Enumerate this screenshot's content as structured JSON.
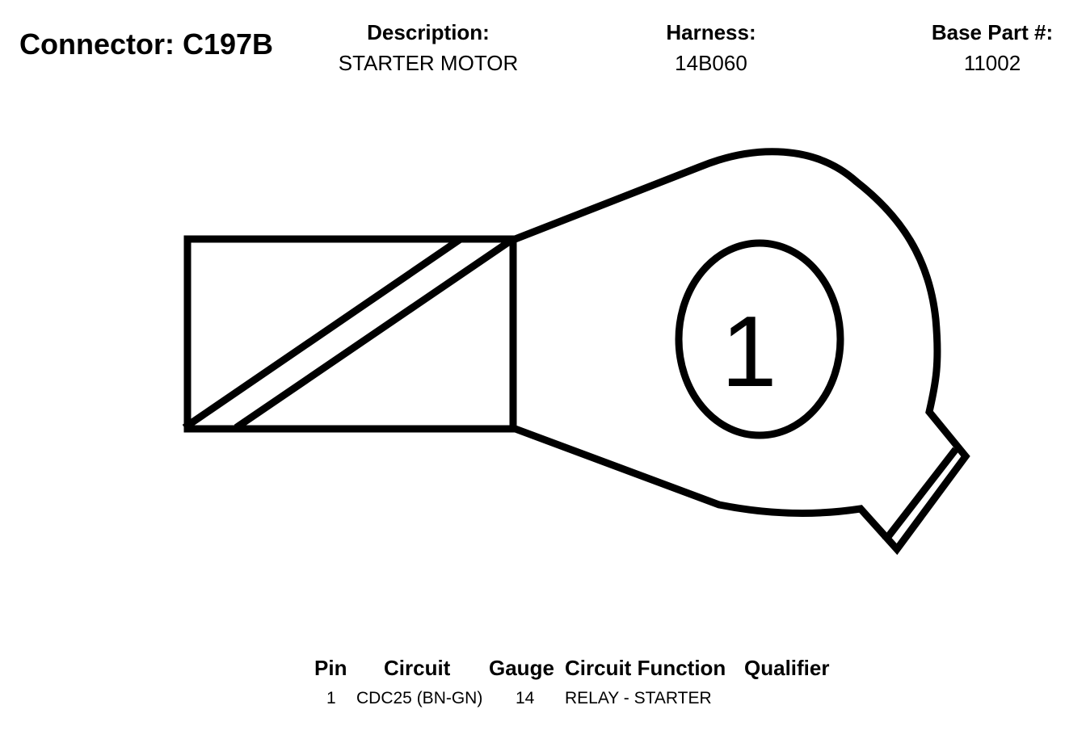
{
  "header": {
    "connector_title": "Connector: C197B",
    "description_label": "Description:",
    "description_value": "STARTER MOTOR",
    "harness_label": "Harness:",
    "harness_value": "14B060",
    "base_part_label": "Base Part #:",
    "base_part_value": "11002"
  },
  "diagram": {
    "pin_label": "1",
    "stroke_color": "#000000",
    "background_color": "#ffffff"
  },
  "pin_table": {
    "headers": {
      "pin": "Pin",
      "circuit": "Circuit",
      "gauge": "Gauge",
      "circuit_function": "Circuit Function",
      "qualifier": "Qualifier"
    },
    "rows": [
      {
        "pin": "1",
        "circuit": "CDC25 (BN-GN)",
        "gauge": "14",
        "circuit_function": "RELAY - STARTER",
        "qualifier": ""
      }
    ]
  }
}
